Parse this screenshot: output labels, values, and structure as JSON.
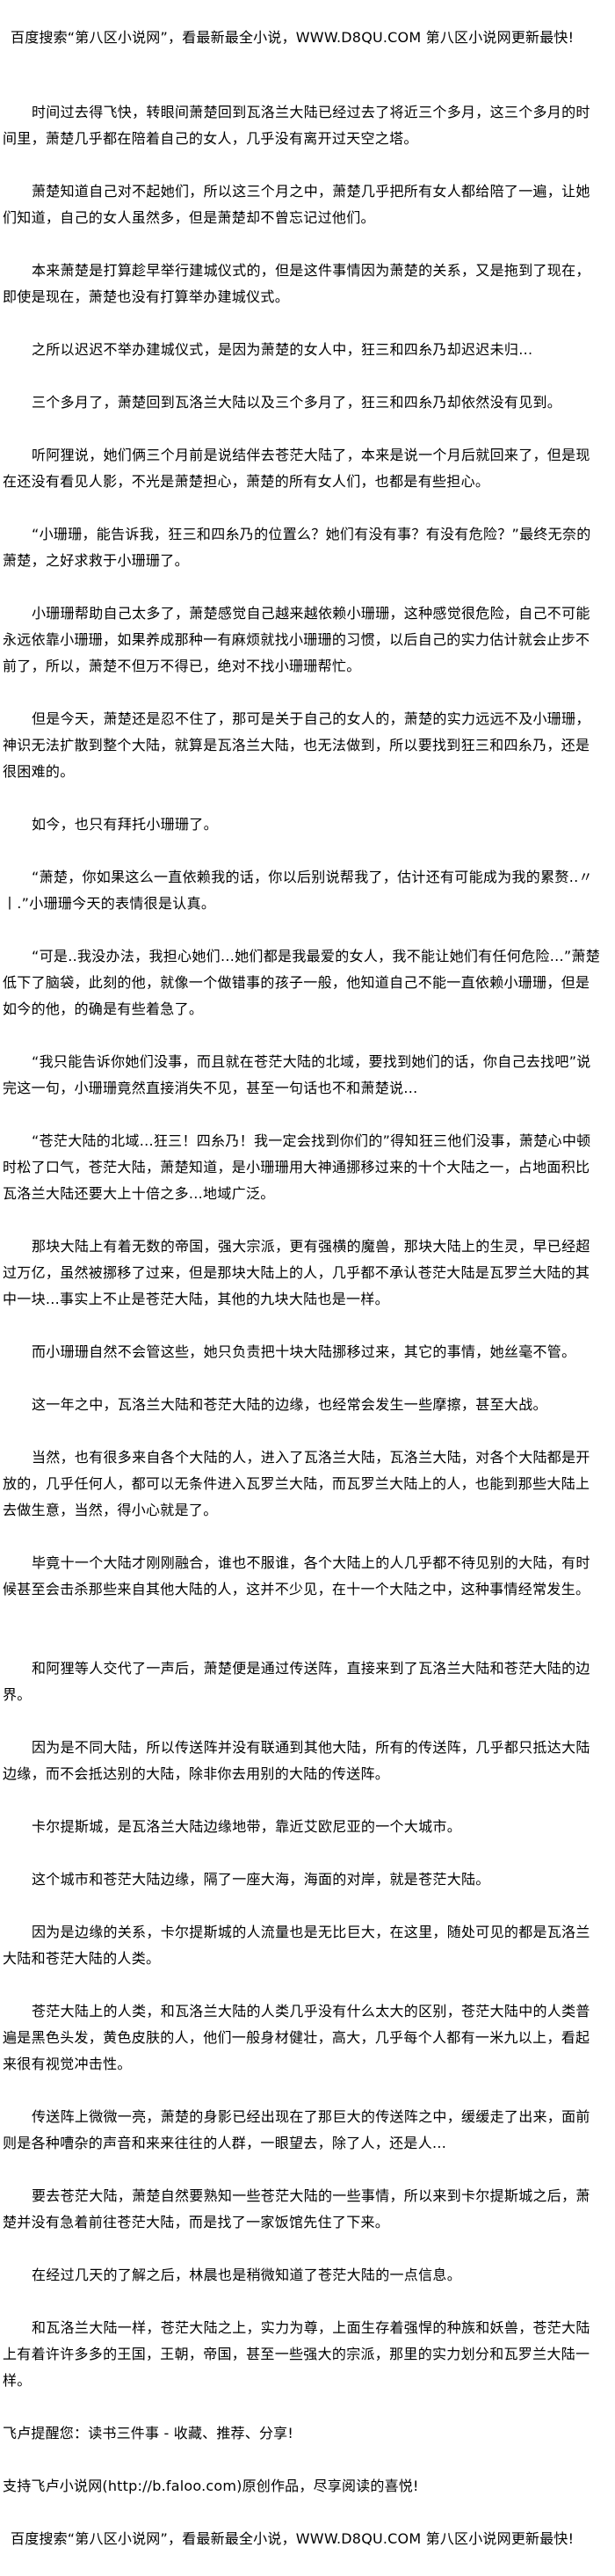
{
  "banner": "百度搜索“第八区小说网”，看最新最全小说，WWW.D8QU.COM  第八区小说网更新最快!",
  "paragraphs": [
    "时间过去得飞快，转眼间萧楚回到瓦洛兰大陆已经过去了将近三个多月，这三个多月的时间里，萧楚几乎都在陪着自己的女人，几乎没有离开过天空之塔。",
    "萧楚知道自己对不起她们，所以这三个月之中，萧楚几乎把所有女人都给陪了一遍，让她们知道，自己的女人虽然多，但是萧楚却不曾忘记过他们。",
    "本来萧楚是打算趁早举行建城仪式的，但是这件事情因为萧楚的关系，又是拖到了现在，即使是现在，萧楚也没有打算举办建城仪式。",
    "之所以迟迟不举办建城仪式，是因为萧楚的女人中，狂三和四糸乃却迟迟未归...",
    "三个多月了，萧楚回到瓦洛兰大陆以及三个多月了，狂三和四糸乃却依然没有见到。",
    "听阿狸说，她们俩三个月前是说结伴去苍茫大陆了，本来是说一个月后就回来了，但是现在还没有看见人影，不光是萧楚担心，萧楚的所有女人们，也都是有些担心。",
    "“小珊珊，能告诉我，狂三和四糸乃的位置么？她们有没有事？有没有危险？”最终无奈的萧楚，之好求救于小珊珊了。",
    "小珊珊帮助自己太多了，萧楚感觉自己越来越依赖小珊珊，这种感觉很危险，自己不可能永远依靠小珊珊，如果养成那种一有麻烦就找小珊珊的习惯，以后自己的实力估计就会止步不前了，所以，萧楚不但万不得已，绝对不找小珊珊帮忙。",
    "但是今天，萧楚还是忍不住了，那可是关于自己的女人的，萧楚的实力远远不及小珊珊，神识无法扩散到整个大陆，就算是瓦洛兰大陆，也无法做到，所以要找到狂三和四糸乃，还是很困难的。",
    "如今，也只有拜托小珊珊了。",
    "“萧楚，你如果这么一直依赖我的话，你以后别说帮我了，估计还有可能成为我的累赘..〃丨.”小珊珊今天的表情很是认真。",
    "“可是..我没办法，我担心她们...她们都是我最爱的女人，我不能让她们有任何危险...”萧楚低下了脑袋，此刻的他，就像一个做错事的孩子一般，他知道自己不能一直依赖小珊珊，但是如今的他，的确是有些着急了。",
    "“我只能告诉你她们没事，而且就在苍茫大陆的北域，要找到她们的话，你自己去找吧”说完这一句，小珊珊竟然直接消失不见，甚至一句话也不和萧楚说...",
    "“苍茫大陆的北域...狂三！四糸乃！我一定会找到你们的”得知狂三他们没事，萧楚心中顿时松了口气，苍茫大陆，萧楚知道，是小珊珊用大神通挪移过来的十个大陆之一，占地面积比瓦洛兰大陆还要大上十倍之多...地域广泛。",
    "那块大陆上有着无数的帝国，强大宗派，更有强横的魔兽，那块大陆上的生灵，早已经超过万亿，虽然被挪移了过来，但是那块大陆上的人，几乎都不承认苍茫大陆是瓦罗兰大陆的其中一块...事实上不止是苍茫大陆，其他的九块大陆也是一样。",
    "而小珊珊自然不会管这些，她只负责把十块大陆挪移过来，其它的事情，她丝毫不管。",
    "这一年之中，瓦洛兰大陆和苍茫大陆的边缘，也经常会发生一些摩擦，甚至大战。",
    "当然，也有很多来自各个大陆的人，进入了瓦洛兰大陆，瓦洛兰大陆，对各个大陆都是开放的，几乎任何人，都可以无条件进入瓦罗兰大陆，而瓦罗兰大陆上的人，也能到那些大陆上去做生意，当然，得小心就是了。",
    "毕竟十一个大陆才刚刚融合，谁也不服谁，各个大陆上的人几乎都不待见别的大陆，有时候甚至会击杀那些来自其他大陆的人，这并不少见，在十一个大陆之中，这种事情经常发生。",
    "和阿狸等人交代了一声后，萧楚便是通过传送阵，直接来到了瓦洛兰大陆和苍茫大陆的边界。",
    "因为是不同大陆，所以传送阵并没有联通到其他大陆，所有的传送阵，几乎都只抵达大陆边缘，而不会抵达别的大陆，除非你去用别的大陆的传送阵。",
    "卡尔提斯城，是瓦洛兰大陆边缘地带，靠近艾欧尼亚的一个大城市。",
    "这个城市和苍茫大陆边缘，隔了一座大海，海面的对岸，就是苍茫大陆。",
    "因为是边缘的关系，卡尔提斯城的人流量也是无比巨大，在这里，随处可见的都是瓦洛兰大陆和苍茫大陆的人类。",
    "苍茫大陆上的人类，和瓦洛兰大陆的人类几乎没有什么太大的区别，苍茫大陆中的人类普遍是黑色头发，黄色皮肤的人，他们一般身材健壮，高大，几乎每个人都有一米九以上，看起来很有视觉冲击性。",
    "传送阵上微微一亮，萧楚的身影已经出现在了那巨大的传送阵之中，缓缓走了出来，面前则是各种嘈杂的声音和来来往往的人群，一眼望去，除了人，还是人...",
    "要去苍茫大陆，萧楚自然要熟知一些苍茫大陆的一些事情，所以来到卡尔提斯城之后，萧楚并没有急着前往苍茫大陆，而是找了一家饭馆先住了下来。",
    "在经过几天的了解之后，林晨也是稍微知道了苍茫大陆的一点信息。",
    "和瓦洛兰大陆一样，苍茫大陆之上，实力为尊，上面生存着强悍的种族和妖兽，苍茫大陆上有着许许多多的王国，王朝，帝国，甚至一些强大的宗派，那里的实力划分和瓦罗兰大陆一样。"
  ],
  "footer": {
    "reminder": "飞卢提醒您：读书三件事 - 收藏、推荐、分享!",
    "support": "支持飞卢小说网(http://b.faloo.com)原创作品，尽享阅读的喜悦!",
    "banner": "百度搜索“第八区小说网”，看最新最全小说，WWW.D8QU.COM  第八区小说网更新最快!"
  }
}
